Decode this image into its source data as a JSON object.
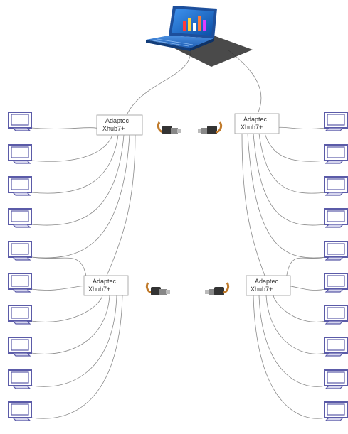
{
  "diagram": {
    "hubs": [
      {
        "id": "hub-top-left",
        "line1": "Adaptec",
        "line2": "Xhub7+"
      },
      {
        "id": "hub-top-right",
        "line1": "Adaptec",
        "line2": "Xhub7+"
      },
      {
        "id": "hub-bottom-left",
        "line1": "Adaptec",
        "line2": "Xhub7+"
      },
      {
        "id": "hub-bottom-right",
        "line1": "Adaptec",
        "line2": "Xhub7+"
      }
    ],
    "laptop": {
      "icon": "laptop-icon",
      "screen_color": "#1f6fd1"
    },
    "monitors": {
      "icon": "monitor-icon",
      "count_per_side": 10,
      "color": "#5b5ba8"
    },
    "connectors": {
      "icon": "usb-connector-icon",
      "count": 4
    },
    "colors": {
      "cable": "#8a8a8a",
      "hub_border": "#9a9a9a"
    }
  }
}
